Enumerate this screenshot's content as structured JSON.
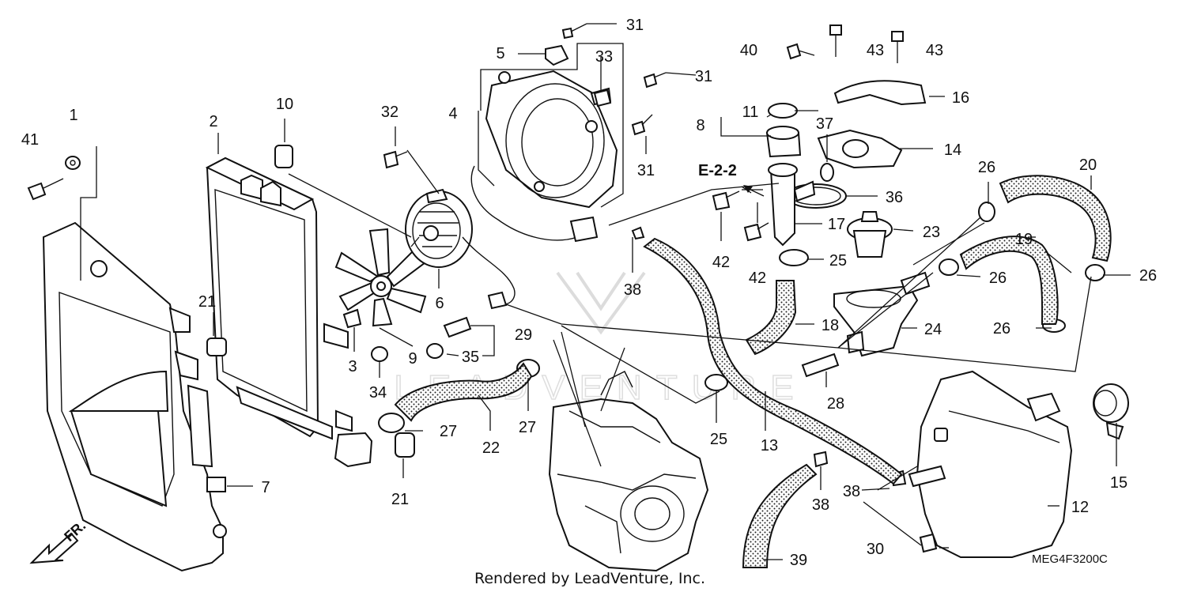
{
  "callouts": [
    "1",
    "2",
    "3",
    "4",
    "5",
    "6",
    "7",
    "8",
    "9",
    "10",
    "11",
    "12",
    "13",
    "14",
    "15",
    "16",
    "17",
    "18",
    "19",
    "20",
    "21",
    "22",
    "23",
    "24",
    "25",
    "26",
    "27",
    "28",
    "29",
    "30",
    "31",
    "32",
    "33",
    "34",
    "35",
    "36",
    "37",
    "38",
    "39",
    "40",
    "41",
    "42",
    "43"
  ],
  "reference_label": "E-2-2",
  "front_indicator": "FR.",
  "footer_text": "Rendered by LeadVenture, Inc.",
  "diagram_code": "MEG4F3200C",
  "watermark_text": "LEADVENTURE"
}
